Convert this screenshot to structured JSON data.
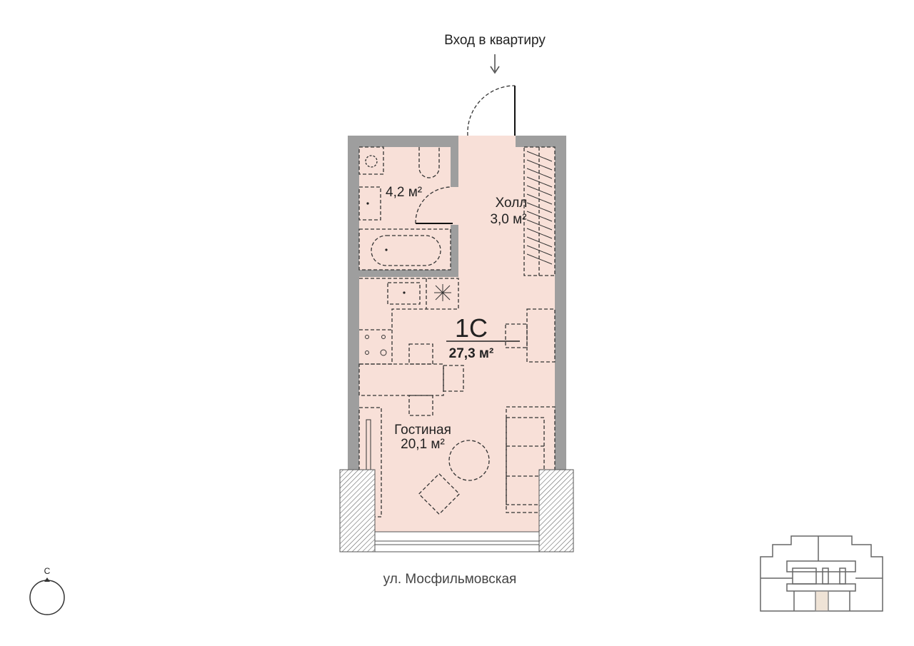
{
  "entrance_label": "Вход в квартиру",
  "apartment": {
    "type": "1С",
    "total_area": "27,3 м²"
  },
  "rooms": [
    {
      "name": "",
      "area": "4,2 м²"
    },
    {
      "name": "Холл",
      "area": "3,0 м²"
    },
    {
      "name": "Гостиная",
      "area": "20,1 м²"
    }
  ],
  "street_label": "ул. Мосфильмовская",
  "compass": {
    "north_label": "С"
  },
  "colors": {
    "room_fill": "#f8e0d8",
    "wall": "#9e9e9e",
    "highlight": "#efe3d6"
  }
}
